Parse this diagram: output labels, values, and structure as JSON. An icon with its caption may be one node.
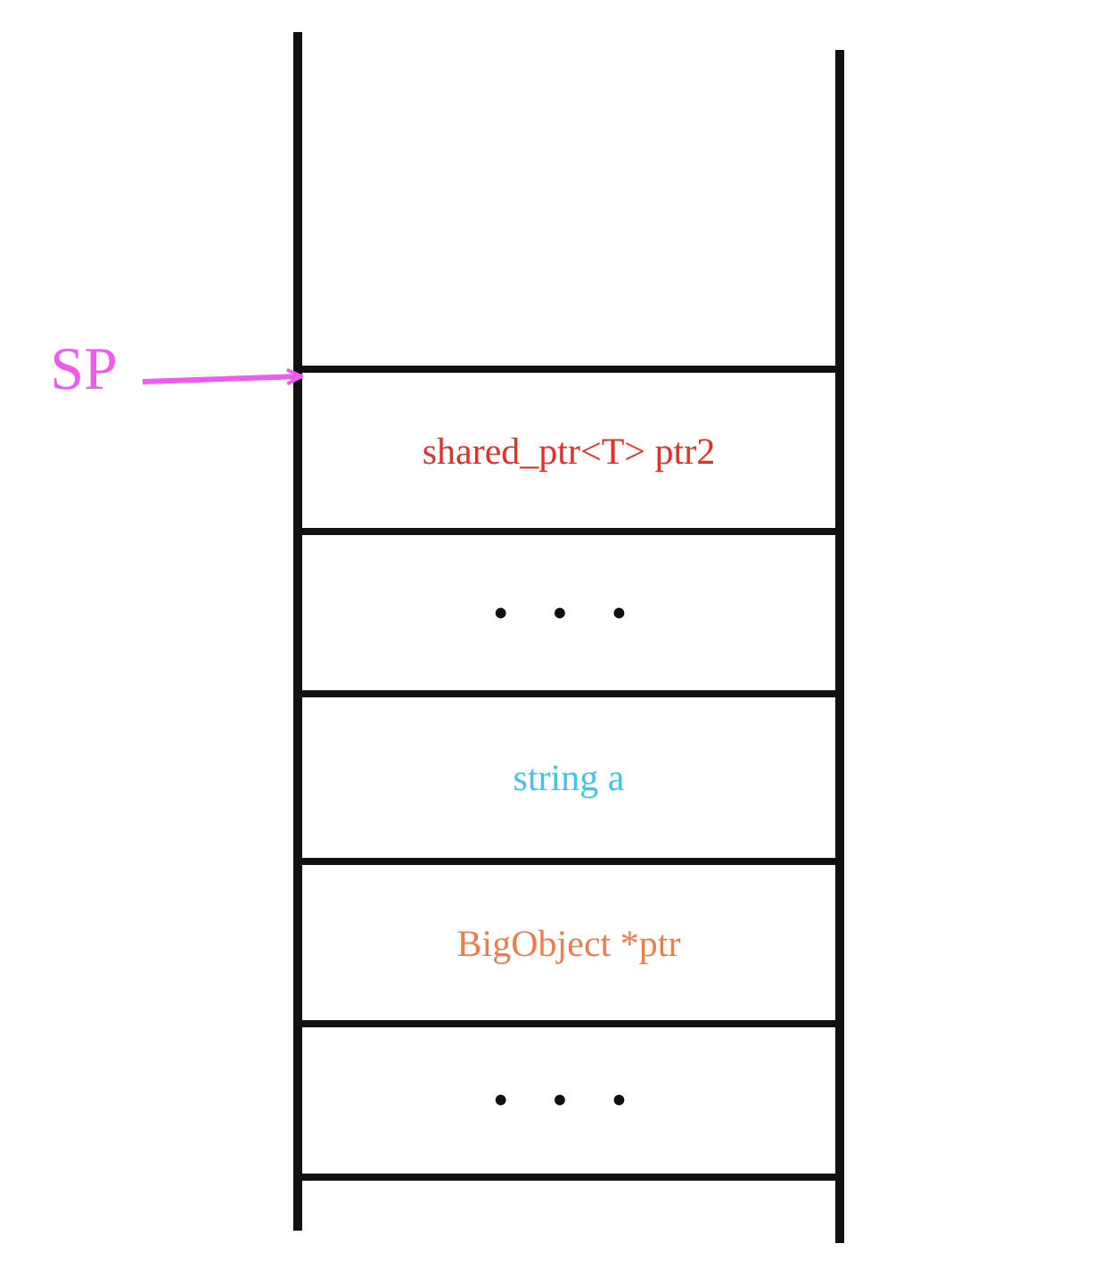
{
  "diagram": {
    "nodes": [
      {
        "text": [
          "SP"
        ]
      },
      {
        "text": [
          "shared_ptr<T> ptr2"
        ]
      },
      {
        "text": [
          "• • •"
        ]
      },
      {
        "text": [
          "string a"
        ]
      },
      {
        "text": [
          "BigObject *ptr"
        ]
      },
      {
        "text": [
          "• • •"
        ]
      }
    ],
    "edges": [
      {
        "from": 0,
        "to": 1,
        "arrow": "to"
      }
    ]
  }
}
